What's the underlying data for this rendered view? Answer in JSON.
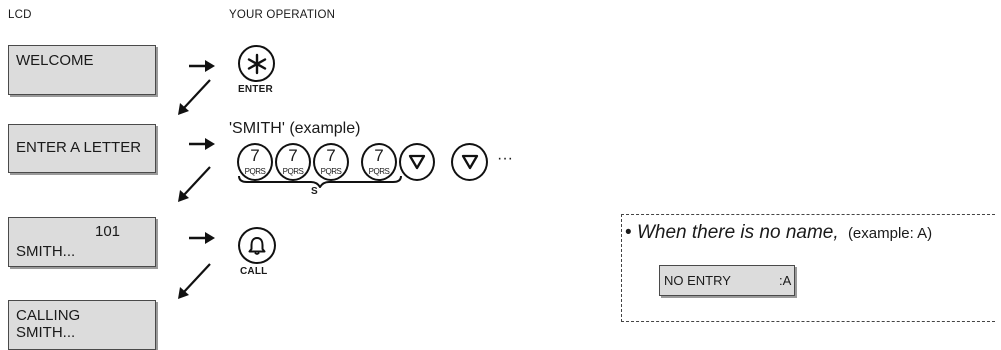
{
  "headers": {
    "lcd": "LCD",
    "operation": "YOUR OPERATION"
  },
  "steps": [
    {
      "lcd_lines": [
        "WELCOME"
      ],
      "key_caption": "ENTER",
      "key_icon": "asterisk-icon"
    },
    {
      "lcd_lines": [
        "ENTER A LETTER"
      ],
      "example": "'SMITH' (example)",
      "key_icons": [
        "7-pqrs-key",
        "7-pqrs-key",
        "7-pqrs-key",
        "7-pqrs-key",
        "down-triangle-icon",
        "down-triangle-icon"
      ],
      "ellipsis": "···",
      "brace_label": "S"
    },
    {
      "lcd_number": "101",
      "lcd_lines": [
        "SMITH..."
      ],
      "key_caption": "CALL",
      "key_icon": "bell-icon"
    },
    {
      "lcd_lines": [
        "CALLING",
        "SMITH..."
      ]
    }
  ],
  "digit_key": {
    "digit": "7",
    "letters": "PQRS"
  },
  "note": {
    "bullet": "•",
    "text": "When there is no name,",
    "example": "(example: A)",
    "lcd_left": "NO ENTRY",
    "lcd_right": ":A"
  }
}
